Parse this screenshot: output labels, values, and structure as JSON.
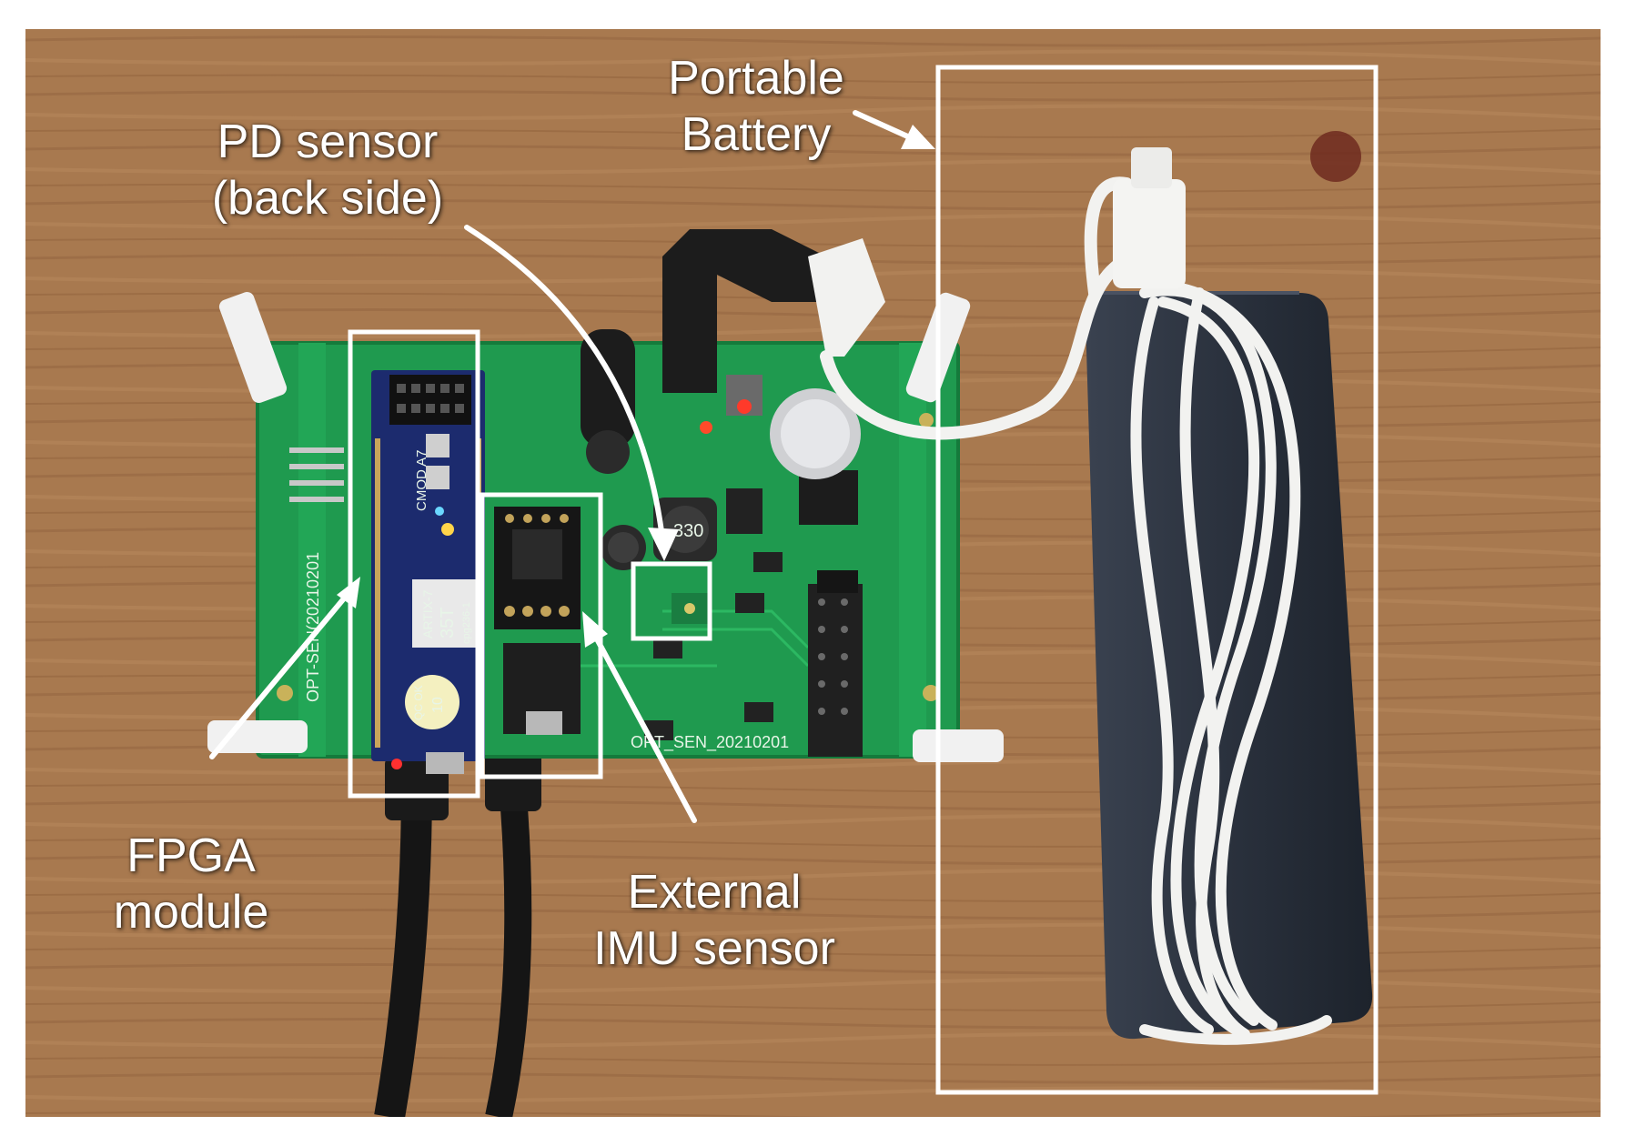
{
  "annotations": {
    "portable_battery": {
      "line1": "Portable",
      "line2": "Battery"
    },
    "pd_sensor": {
      "line1": "PD sensor",
      "line2": "(back side)"
    },
    "fpga_module": {
      "line1": "FPGA",
      "line2": "module"
    },
    "imu_sensor": {
      "line1": "External",
      "line2": "IMU sensor"
    }
  },
  "board_print": {
    "fpga_chip": "ARTIX-7",
    "fpga_size": "35T",
    "fpga_pkg": "cpg236-1",
    "fpga_board": "CMOD A7",
    "qc_line1": "QC OK",
    "qc_line2": "10",
    "pcb_name_side": "OPT-SEN(20210201",
    "pcb_name_bottom": "OPT_SEN_20210201",
    "inductor": "330"
  },
  "colors": {
    "desk": "#a8794f",
    "pcb": "#1f9a4f",
    "fpga_board": "#1c2b6e",
    "battery": "#2c3340",
    "cable_white": "#f2f2f0",
    "cable_black": "#151515",
    "box": "#ffffff"
  }
}
